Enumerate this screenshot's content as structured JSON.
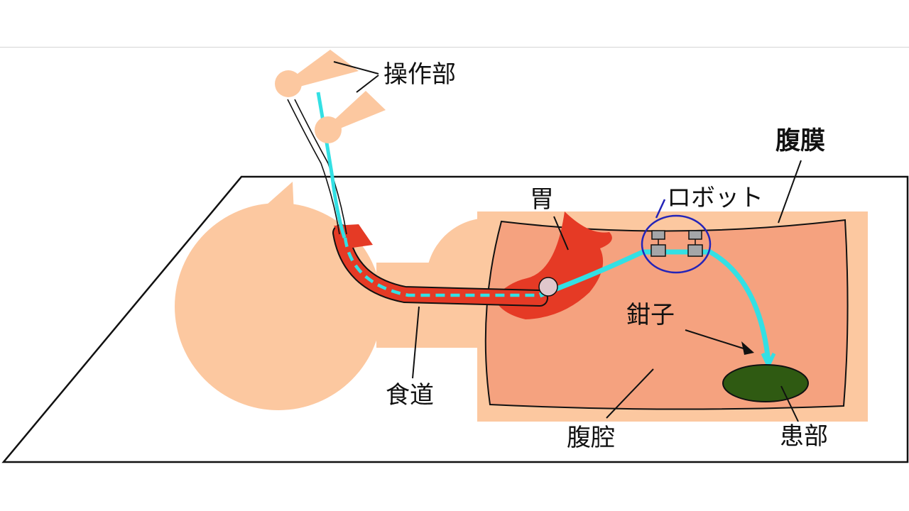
{
  "labels": {
    "control": "操作部",
    "peritoneum": "腹膜",
    "robot": "ロボット",
    "stomach": "胃",
    "forceps": "鉗子",
    "esophagus": "食道",
    "abdominal_cavity": "腹腔",
    "lesion": "患部"
  },
  "colors": {
    "skin": "#fcc8a0",
    "cavity": "#f5a27f",
    "organ_red": "#e53a25",
    "endoscope": "#33e0e4",
    "robot_circle": "#2424b8",
    "lesion": "#2f5a12",
    "outline": "#111111"
  }
}
